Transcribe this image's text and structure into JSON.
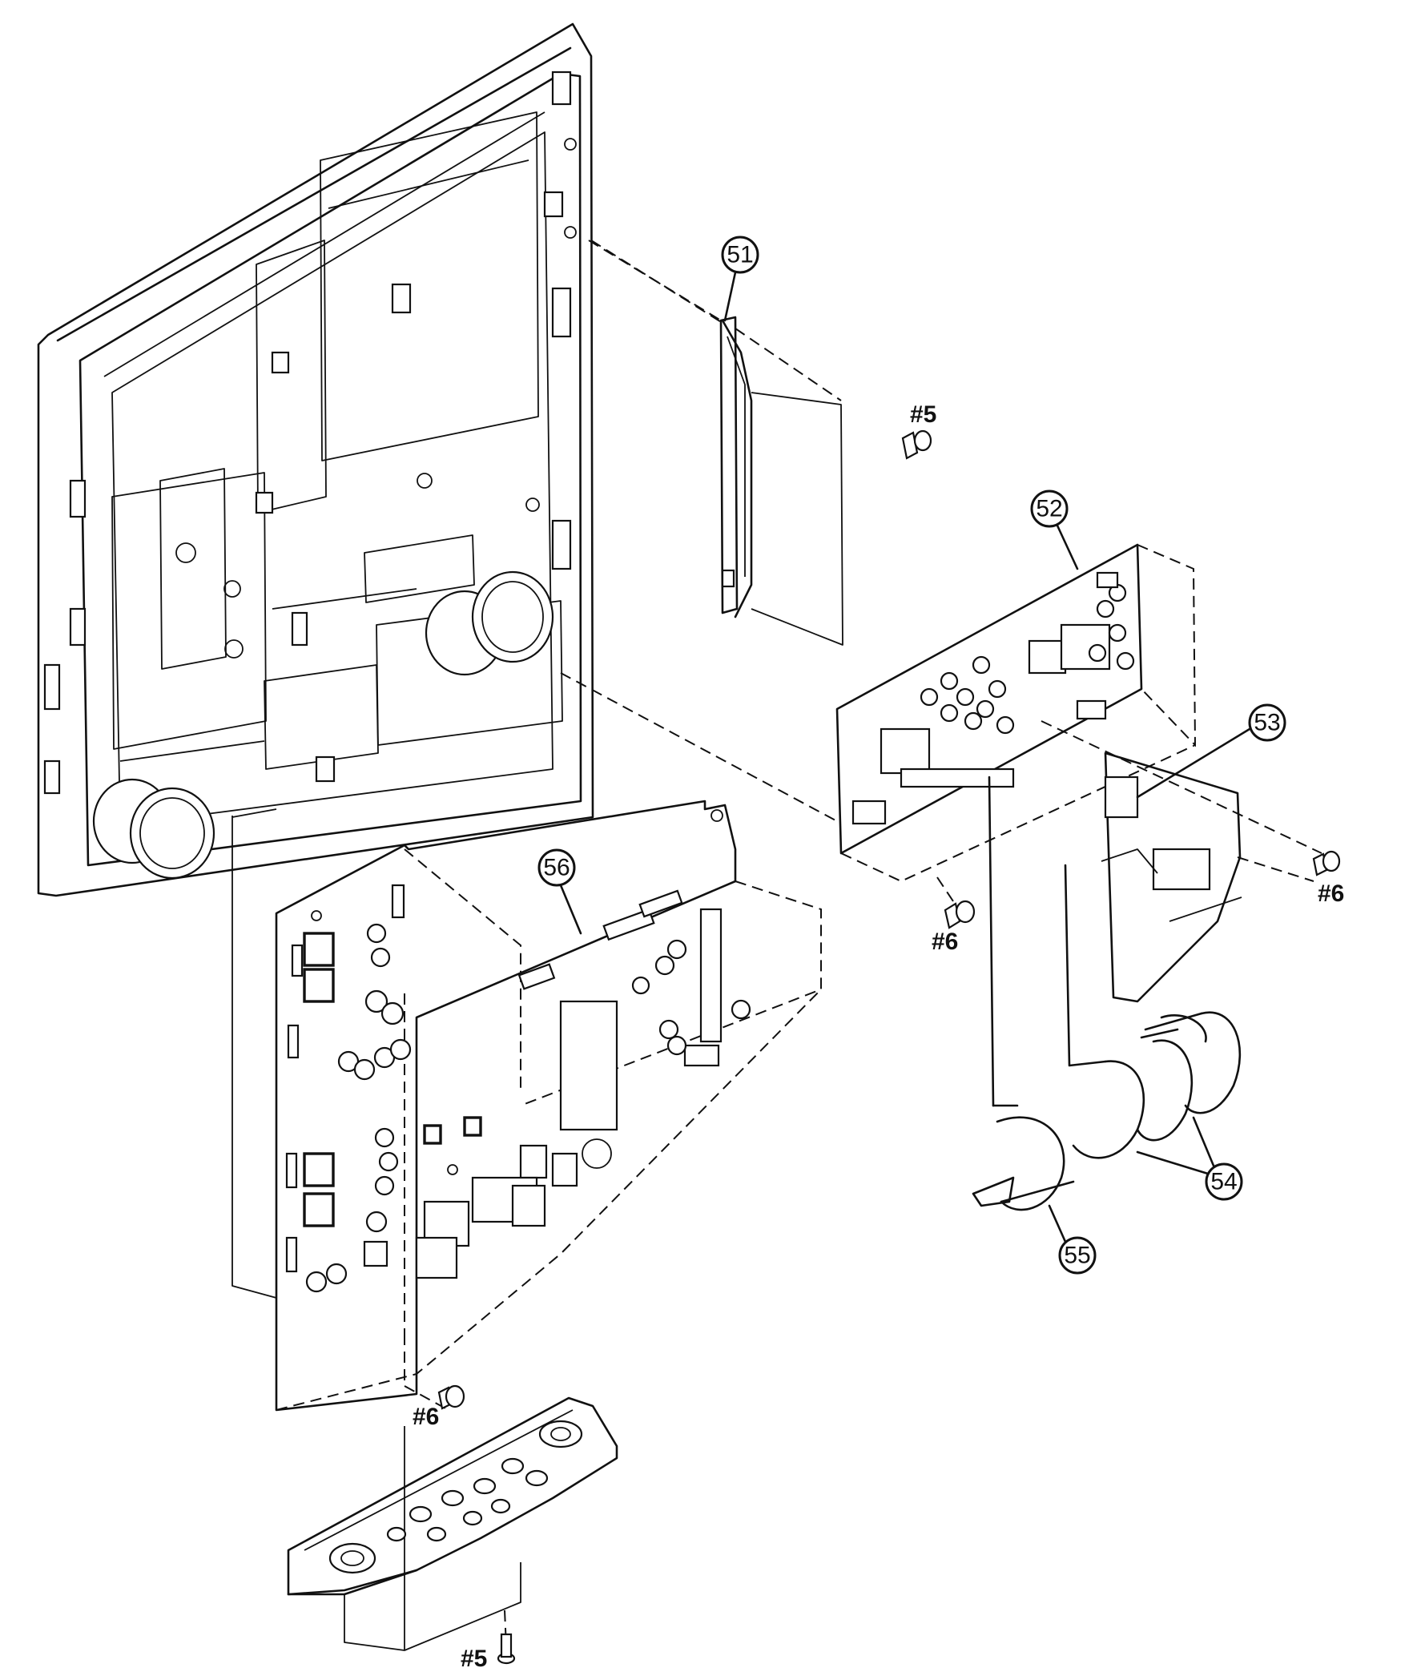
{
  "callouts": {
    "c51": "51",
    "c52": "52",
    "c53": "53",
    "c54": "54",
    "c55": "55",
    "c56": "56"
  },
  "screws": {
    "s5_top": "#5",
    "s6_board52": "#6",
    "s6_bracket53": "#6",
    "s6_board56": "#6",
    "s5_bottom": "#5"
  }
}
